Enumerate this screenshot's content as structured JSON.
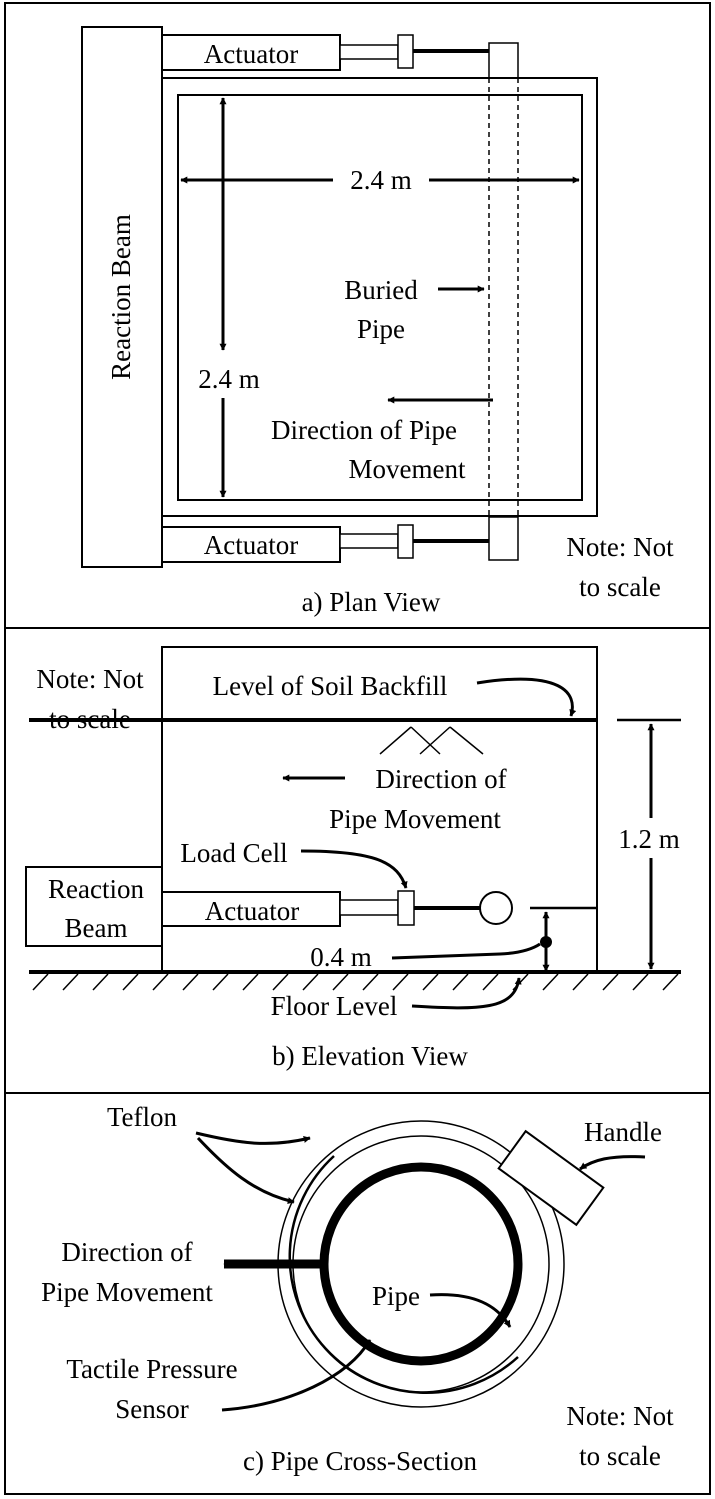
{
  "plan_view": {
    "caption": "a) Plan View",
    "reaction_beam": "Reaction Beam",
    "actuator_top": "Actuator",
    "actuator_bottom": "Actuator",
    "dim_horizontal": "2.4 m",
    "dim_vertical": "2.4 m",
    "buried_pipe_line1": "Buried",
    "buried_pipe_line2": "Pipe",
    "direction_line1": "Direction of Pipe",
    "direction_line2": "Movement",
    "note_line1": "Note: Not",
    "note_line2": "to scale"
  },
  "elevation_view": {
    "caption": "b) Elevation View",
    "note_line1": "Note: Not",
    "note_line2": "to scale",
    "soil_level": "Level of Soil Backfill",
    "direction_line1": "Direction of",
    "direction_line2": "Pipe Movement",
    "load_cell": "Load Cell",
    "reaction_line1": "Reaction",
    "reaction_line2": "Beam",
    "actuator": "Actuator",
    "dim_height": "1.2 m",
    "dim_pipe_height": "0.4 m",
    "floor_level": "Floor Level"
  },
  "cross_section": {
    "caption": "c) Pipe Cross-Section",
    "teflon": "Teflon",
    "handle": "Handle",
    "direction_line1": "Direction of",
    "direction_line2": "Pipe Movement",
    "pipe": "Pipe",
    "sensor_line1": "Tactile Pressure",
    "sensor_line2": "Sensor",
    "note_line1": "Note: Not",
    "note_line2": "to scale"
  }
}
